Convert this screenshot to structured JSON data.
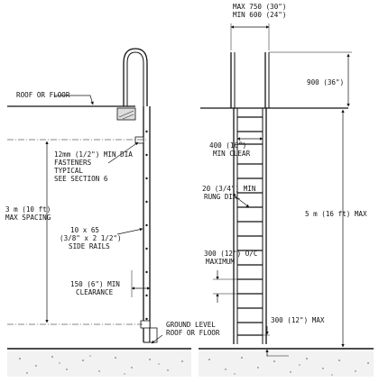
{
  "diagram": {
    "left": {
      "roof_or_floor": "ROOF OR FLOOR",
      "fasteners": [
        "12mm (1/2\") MIN DIA",
        "FASTENERS",
        "TYPICAL",
        "SEE SECTION 6"
      ],
      "spacing": [
        "3 m (10 ft)",
        "MAX SPACING"
      ],
      "side_rails": [
        "10 x 65",
        "(3/8\" x 2 1/2\")",
        "SIDE RAILS"
      ],
      "clearance": [
        "150 (6\") MIN",
        "CLEARANCE"
      ],
      "ground": [
        "GROUND LEVEL",
        "ROOF OR FLOOR"
      ]
    },
    "right": {
      "width_max": "MAX 750 (30\")",
      "width_min": "MIN 600 (24\")",
      "extension": "900 (36\")",
      "min_clear": [
        "400 (16\")",
        "MIN CLEAR"
      ],
      "rung_dia": [
        "20 (3/4\") MIN",
        "RUNG DIA."
      ],
      "rung_spacing": [
        "300 (12\") O/C",
        "MAXIMUM"
      ],
      "height_max": "5 m (16 ft) MAX",
      "bottom_max": "300 (12\") MAX"
    }
  }
}
